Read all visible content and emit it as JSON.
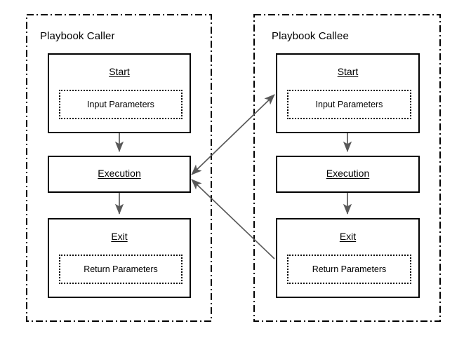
{
  "diagram": {
    "type": "flowchart",
    "background": "#ffffff",
    "stroke_color": "#000000",
    "arrow_color": "#595959",
    "lanes": [
      {
        "id": "caller",
        "title": "Playbook Caller",
        "nodes": [
          {
            "id": "caller-start",
            "title": "Start",
            "param_label": "Input Parameters"
          },
          {
            "id": "caller-execution",
            "title": "Execution",
            "param_label": null
          },
          {
            "id": "caller-exit",
            "title": "Exit",
            "param_label": "Return Parameters"
          }
        ]
      },
      {
        "id": "callee",
        "title": "Playbook Callee",
        "nodes": [
          {
            "id": "callee-start",
            "title": "Start",
            "param_label": "Input Parameters"
          },
          {
            "id": "callee-execution",
            "title": "Execution",
            "param_label": null
          },
          {
            "id": "callee-exit",
            "title": "Exit",
            "param_label": "Return Parameters"
          }
        ]
      }
    ],
    "connections": [
      {
        "id": "caller-start-to-execution",
        "from": "caller-start",
        "to": "caller-execution",
        "kind": "vertical"
      },
      {
        "id": "caller-execution-to-exit",
        "from": "caller-execution",
        "to": "caller-exit",
        "kind": "vertical"
      },
      {
        "id": "callee-start-to-execution",
        "from": "callee-start",
        "to": "callee-execution",
        "kind": "vertical"
      },
      {
        "id": "callee-execution-to-exit",
        "from": "callee-execution",
        "to": "callee-exit",
        "kind": "vertical"
      },
      {
        "id": "call-invoke",
        "from": "caller-execution",
        "to": "callee-start",
        "kind": "diagonal-bidirectional"
      },
      {
        "id": "call-return",
        "from": "callee-exit",
        "to": "caller-execution",
        "kind": "diagonal"
      }
    ]
  }
}
